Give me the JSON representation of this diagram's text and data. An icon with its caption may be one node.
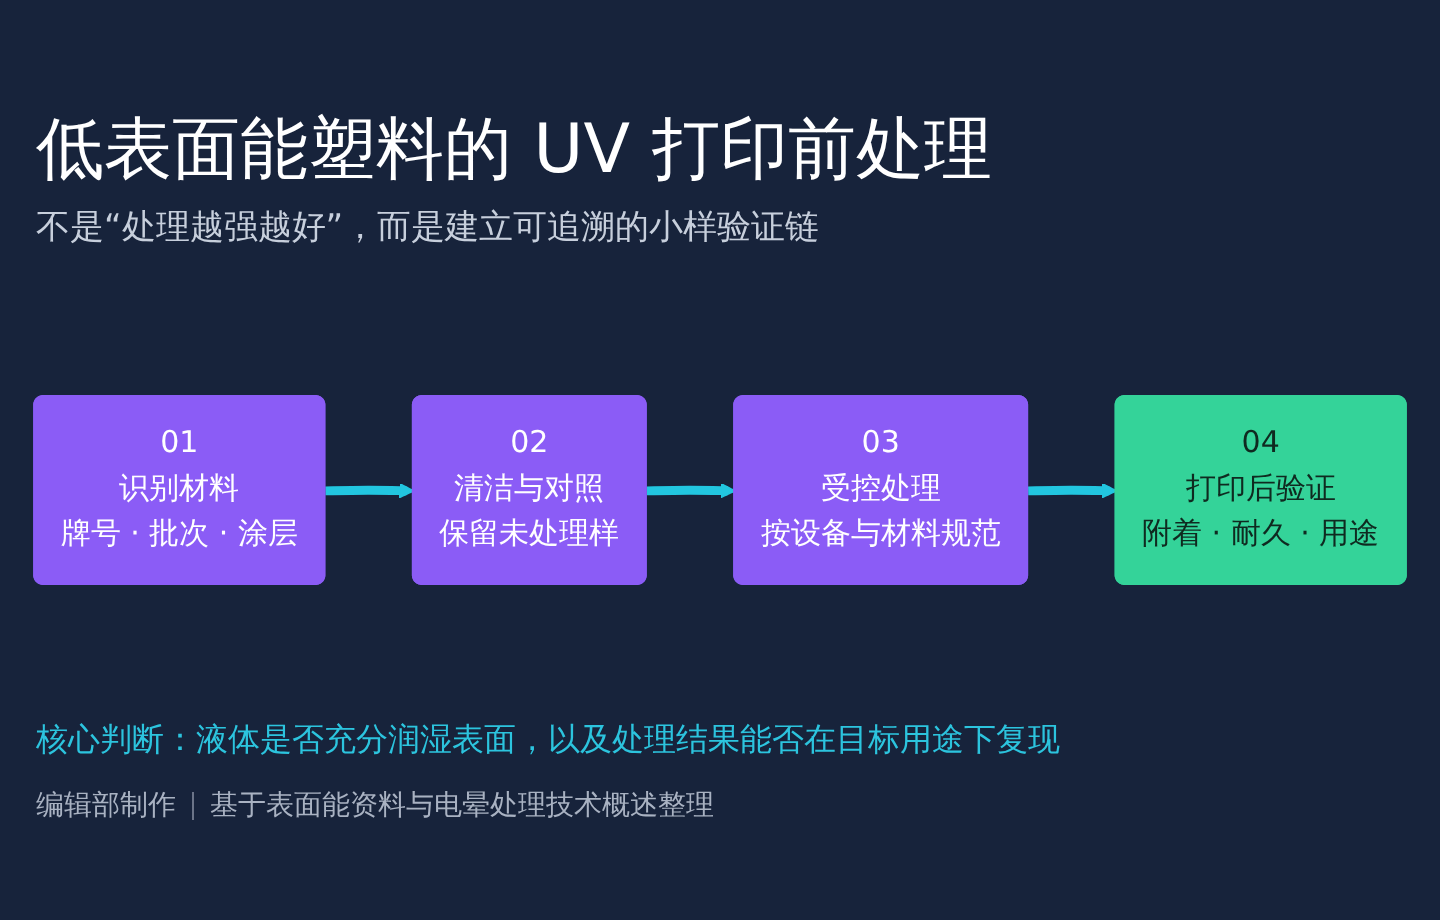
{
  "diagram": {
    "title": "低表面能塑料的 UV 打印前处理",
    "caption": "不是“处理越强越好”，而是建立可追溯的小样验证链",
    "nodes": [
      {
        "text": [
          "01",
          "识别材料",
          "牌号 · 批次 · 涂层"
        ]
      },
      {
        "text": [
          "02",
          "清洁与对照",
          "保留未处理样"
        ]
      },
      {
        "text": [
          "03",
          "受控处理",
          "按设备与材料规范"
        ]
      },
      {
        "text": [
          "04",
          "打印后验证",
          "附着 · 耐久 · 用途"
        ]
      }
    ],
    "edges": [
      {
        "from": 0,
        "to": 1,
        "arrow": "to"
      },
      {
        "from": 1,
        "to": 2,
        "arrow": "to"
      },
      {
        "from": 2,
        "to": 3,
        "arrow": "to"
      }
    ],
    "labels": [
      "核心判断：液体是否充分润湿表面，以及处理结果能否在目标用途下复现",
      "编辑部制作",
      "基于表面能资料与电晕处理技术概述整理"
    ]
  }
}
